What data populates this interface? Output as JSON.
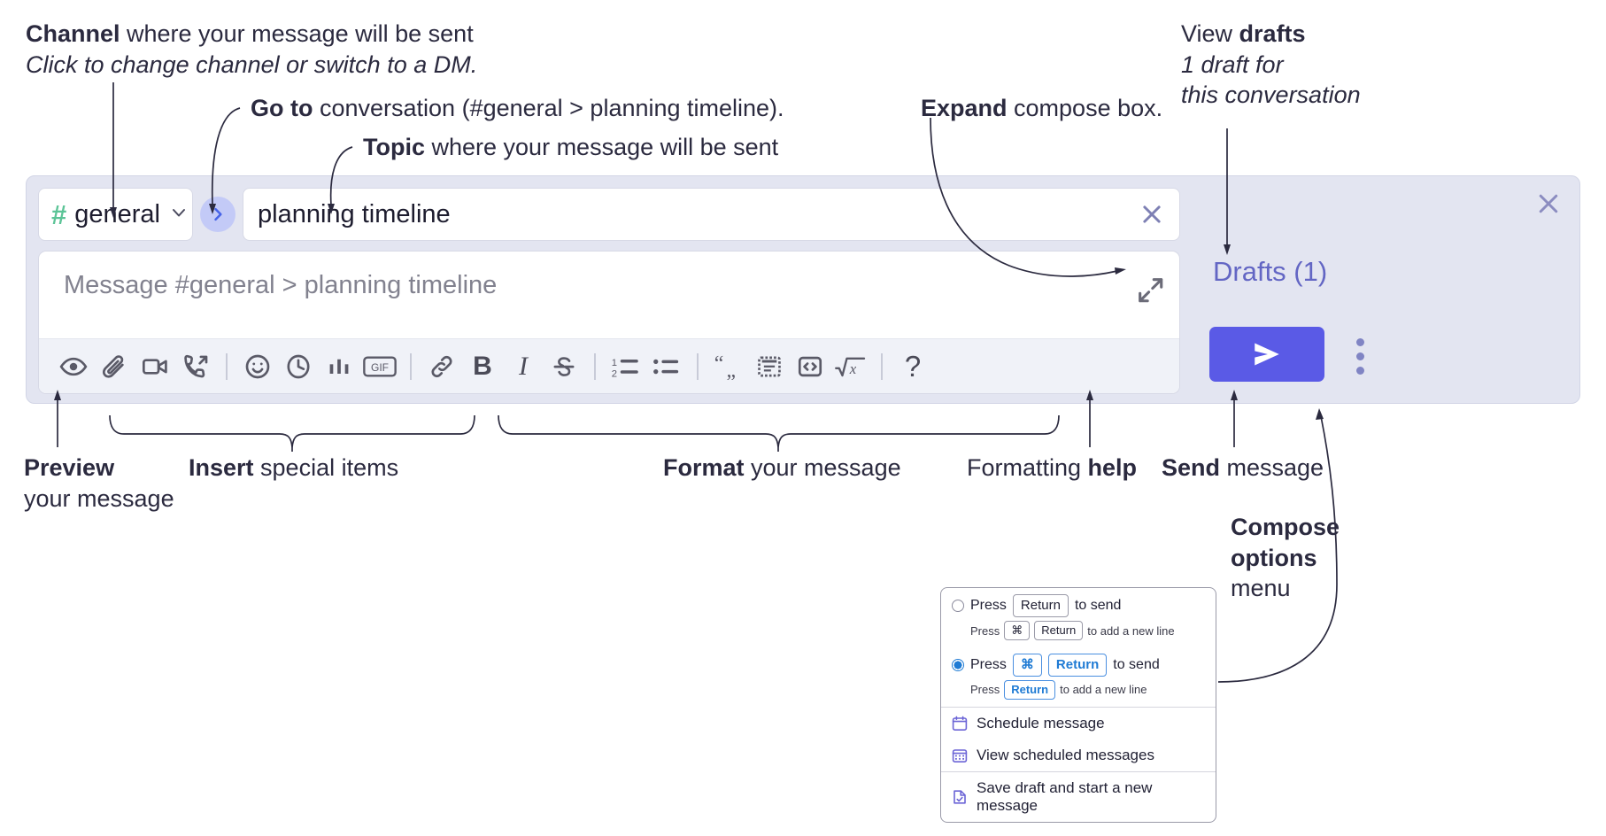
{
  "annotations": {
    "channel_title_bold": "Channel",
    "channel_title_rest": " where your message will be sent",
    "channel_sub": "Click to change channel or switch to a DM.",
    "goto_bold": "Go to",
    "goto_rest": " conversation (#general > planning timeline).",
    "topic_bold": "Topic",
    "topic_rest": " where your message will be sent",
    "expand_bold": "Expand",
    "expand_rest": " compose box.",
    "drafts_line1_rest": "View ",
    "drafts_line1_bold": "drafts",
    "drafts_line2": "1 draft for",
    "drafts_line3": "this conversation",
    "preview_bold": "Preview",
    "preview_rest": "your message",
    "insert_bold": "Insert",
    "insert_rest": " special items",
    "format_bold": "Format",
    "format_rest": " your message",
    "help_rest": "Formatting ",
    "help_bold": "help",
    "send_bold": "Send",
    "send_rest": " message",
    "compose_opts_bold1": "Compose",
    "compose_opts_bold2": "options",
    "compose_opts_rest": "menu"
  },
  "compose": {
    "channel": {
      "hash": "#",
      "name": "general"
    },
    "topic": {
      "value": "planning timeline"
    },
    "message": {
      "placeholder": "Message #general > planning timeline"
    },
    "drafts_label": "Drafts (1)",
    "toolbar": [
      {
        "name": "preview-icon",
        "label": "Preview"
      },
      {
        "name": "attachment-icon",
        "label": "Attach file"
      },
      {
        "name": "video-icon",
        "label": "Record video clip"
      },
      {
        "name": "call-icon",
        "label": "Start a call"
      },
      {
        "name": "emoji-icon",
        "label": "Emoji"
      },
      {
        "name": "clock-icon",
        "label": "Reminder"
      },
      {
        "name": "poll-icon",
        "label": "Poll"
      },
      {
        "name": "gif-icon",
        "label": "GIF"
      },
      {
        "name": "link-icon",
        "label": "Link"
      },
      {
        "name": "bold-icon",
        "label": "B"
      },
      {
        "name": "italic-icon",
        "label": "I"
      },
      {
        "name": "strikethrough-icon",
        "label": "S"
      },
      {
        "name": "ordered-list-icon",
        "label": "Ordered list"
      },
      {
        "name": "bulleted-list-icon",
        "label": "Bulleted list"
      },
      {
        "name": "blockquote-icon",
        "label": "Blockquote"
      },
      {
        "name": "code-block-icon",
        "label": "Code block"
      },
      {
        "name": "code-icon",
        "label": "Code"
      },
      {
        "name": "math-icon",
        "label": "Math"
      },
      {
        "name": "help-icon",
        "label": "?"
      }
    ]
  },
  "menu": {
    "option1": {
      "selected": false,
      "press": "Press",
      "key": "Return",
      "tail": "to send",
      "sub_press": "Press",
      "sub_key1": "⌘",
      "sub_key2": "Return",
      "sub_tail": "to add a new line"
    },
    "option2": {
      "selected": true,
      "press": "Press",
      "key1": "⌘",
      "key2": "Return",
      "tail": "to send",
      "sub_press": "Press",
      "sub_key": "Return",
      "sub_tail": "to add a new line"
    },
    "items": [
      {
        "icon": "calendar-icon",
        "label": "Schedule message"
      },
      {
        "icon": "calendar-grid-icon",
        "label": "View scheduled messages"
      },
      {
        "icon": "save-draft-icon",
        "label": "Save draft and start a new message"
      }
    ]
  },
  "colors": {
    "accent_send": "#5a5ae6",
    "compose_bg": "#e3e5f1",
    "hash_green": "#5cc497",
    "goto_blue": "#4663e8",
    "drafts_purple": "#6366c4",
    "key_blue": "#1f7bd4",
    "ink": "#2b2a3f"
  }
}
